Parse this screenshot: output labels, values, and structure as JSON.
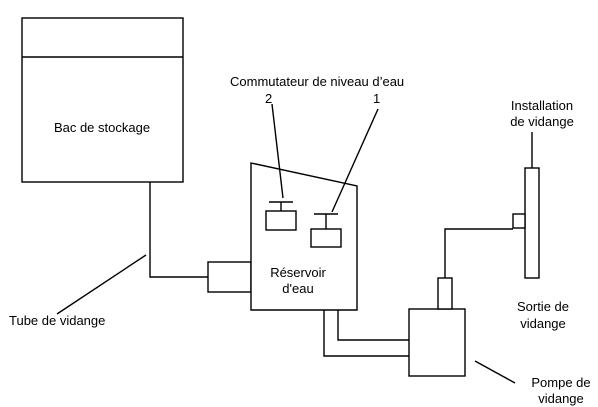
{
  "header": {
    "title_fragment": ""
  },
  "labels": {
    "storage_tank": "Bac de stockage",
    "water_level_switch": "Commutateur de niveau d’eau",
    "switch_2": "2",
    "switch_1": "1",
    "drain_installation_line1": "Installation",
    "drain_installation_line2": "de vidange",
    "reservoir_line1": "Réservoir",
    "reservoir_line2": "d'eau",
    "drain_tube": "Tube de vidange",
    "drain_outlet_line1": "Sortie de",
    "drain_outlet_line2": "vidange",
    "drain_pump_line1": "Pompe de",
    "drain_pump_line2": "vidange"
  }
}
